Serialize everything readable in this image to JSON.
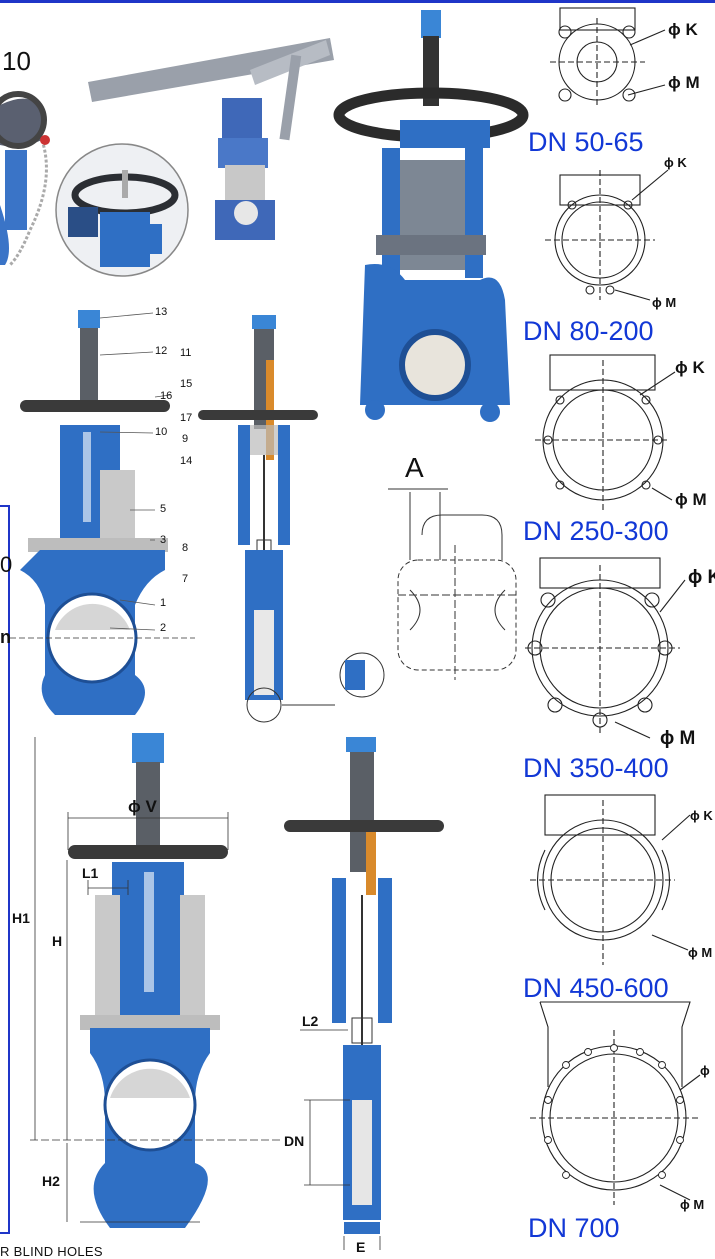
{
  "header": {
    "partial_model": "10"
  },
  "left_table_fragments": {
    "frag_1": "0",
    "frag_2": "n"
  },
  "callouts": [
    "13",
    "12",
    "11",
    "15",
    "16",
    "17",
    "10",
    "9",
    "14",
    "5",
    "3",
    "8",
    "7",
    "1",
    "2"
  ],
  "detail_label": "A",
  "dimensions": {
    "v": "ϕ V",
    "h1": "H1",
    "h": "H",
    "h2": "H2",
    "l1": "L1",
    "l2": "L2",
    "dn": "DN",
    "e": "E"
  },
  "flange_variants": [
    {
      "range": "DN 50-65",
      "k": "ϕ K",
      "m": "ϕ M"
    },
    {
      "range": "DN 80-200",
      "k": "ϕ K",
      "m": "ϕ M"
    },
    {
      "range": "DN 250-300",
      "k": "ϕ K",
      "m": "ϕ M"
    },
    {
      "range": "DN 350-400",
      "k": "ϕ K",
      "m": "ϕ M"
    },
    {
      "range": "DN 450-600",
      "k": "ϕ K",
      "m": "ϕ M"
    },
    {
      "range": "DN 700",
      "k": "ϕ",
      "m": "ϕ M"
    }
  ],
  "footer_note": "R BLIND HOLES",
  "colors": {
    "accent": "#1238d6",
    "valve_blue": "#2f6fc4",
    "handwheel": "#3a3a3a",
    "bronze": "#d98a2b"
  }
}
